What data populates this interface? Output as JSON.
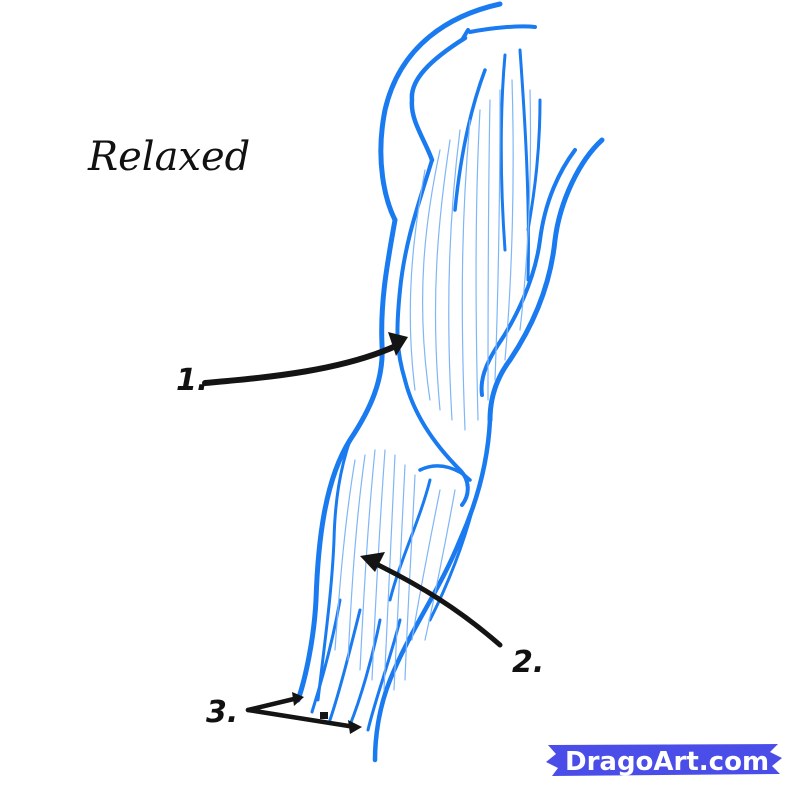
{
  "illustration": {
    "title": "Relaxed",
    "subject": "arm-muscles",
    "line_color": "#1a7bf0",
    "fiber_color": "#7fb6f7",
    "ink_color": "#141414",
    "labels": [
      {
        "id": "1",
        "text": "1."
      },
      {
        "id": "2",
        "text": "2."
      },
      {
        "id": "3",
        "text": "3."
      }
    ]
  },
  "watermark": {
    "text": "DragoArt.com",
    "bg_color": "#4a4de8",
    "text_color": "#ffffff"
  }
}
